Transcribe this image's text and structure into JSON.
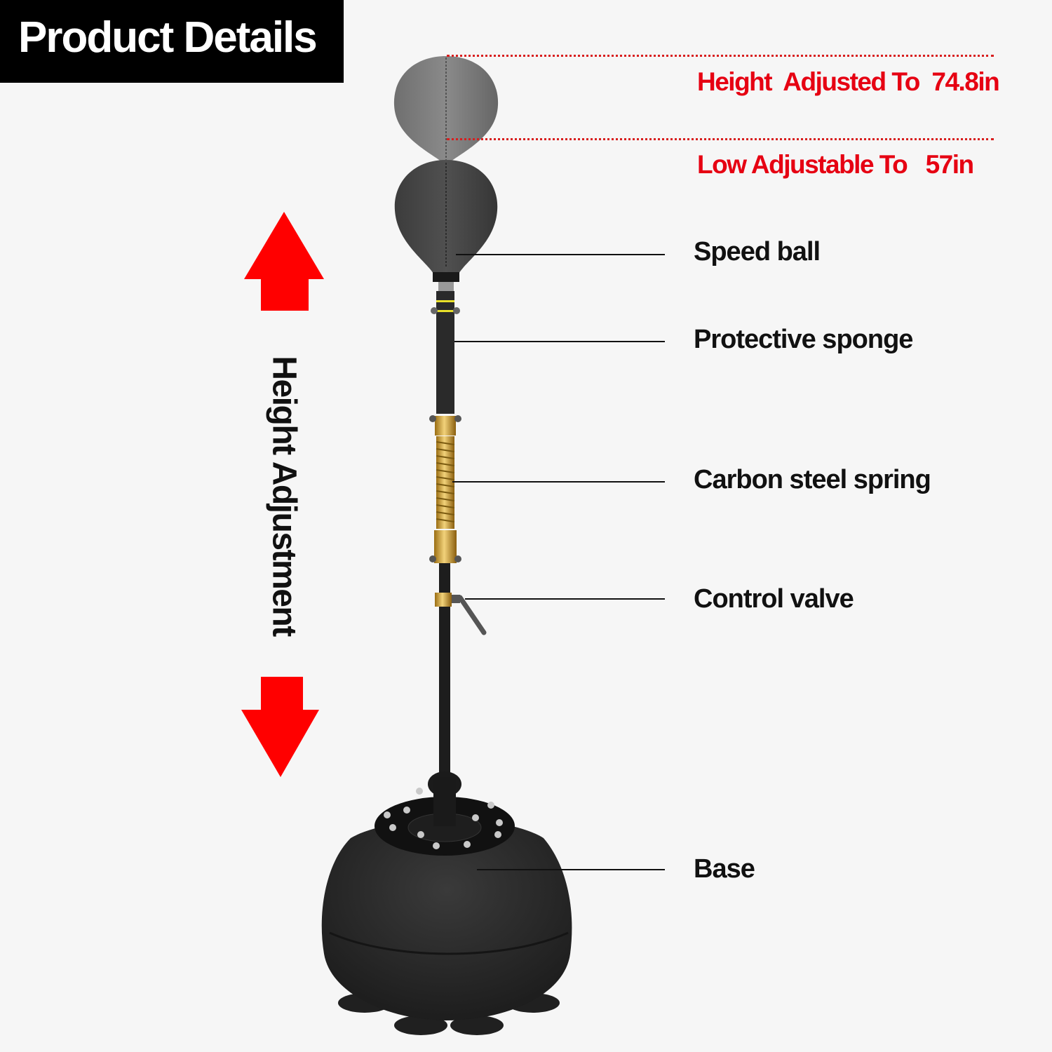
{
  "header": {
    "title": "Product Details"
  },
  "height_specs": {
    "max": {
      "label": "Height  Adjusted To  74.8in",
      "value": "74.8in"
    },
    "min": {
      "label": "Low Adjustable To   57in",
      "value": "57in"
    }
  },
  "side_label": "Height Adjustment",
  "callouts": [
    {
      "label": "Speed ball"
    },
    {
      "label": "Protective sponge"
    },
    {
      "label": "Carbon steel spring"
    },
    {
      "label": "Control valve"
    },
    {
      "label": "Base"
    }
  ],
  "colors": {
    "accent_red": "#e60012",
    "title_bg": "#000000",
    "label_text": "#111111",
    "spring_gold": "#d4a52a"
  }
}
